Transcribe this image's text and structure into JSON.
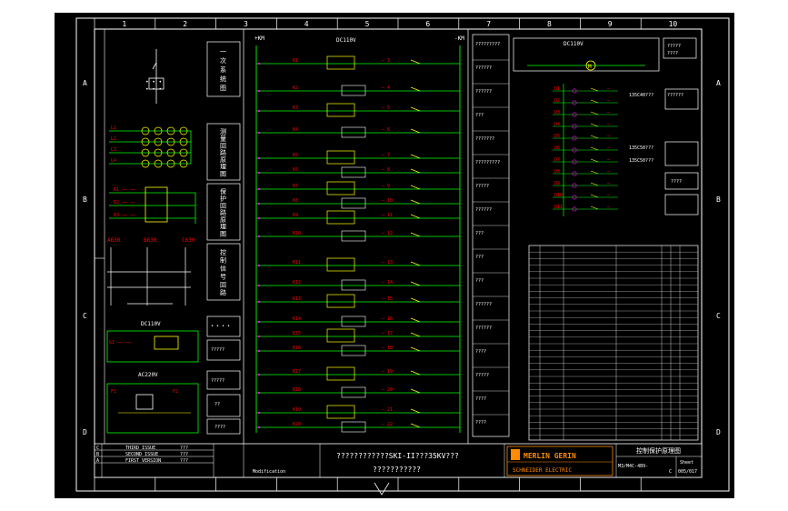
{
  "sheet": {
    "column_numbers": [
      "1",
      "2",
      "3",
      "4",
      "5",
      "6",
      "7",
      "8",
      "9",
      "10"
    ],
    "row_letters": [
      "A",
      "B",
      "C",
      "D"
    ]
  },
  "schematic": {
    "dc_label_main": "DC110V",
    "dc_label_motor": "DC110V",
    "dc_label_lower": "DC110V",
    "ac_label_lower": "AC220V",
    "plus_bus": "+KM",
    "minus_bus": "-KM",
    "phase_labels": [
      "A630",
      "B630",
      "C630"
    ],
    "motor_symbol": "M",
    "spec_codes": [
      "135C40???",
      "135C50???",
      "135C50???"
    ],
    "spec_box_label": "????"
  },
  "vertical_panels": [
    {
      "text": "一次系统图",
      "color": "#ffffff"
    },
    {
      "text": "测量回路原理图",
      "color": "#ffffff"
    },
    {
      "text": "保护回路原理图",
      "color": "#ffffff"
    },
    {
      "text": "控制信号回路",
      "color": "#ffffff"
    }
  ],
  "right_column_notes": [
    "?????????",
    "??????",
    "??????",
    "???",
    "???????",
    "?????????",
    "?????",
    "??????",
    "???",
    "???",
    "???",
    "??????",
    "??????",
    "????",
    "?????",
    "????",
    "????"
  ],
  "title_block": {
    "revisions": [
      {
        "rev": "C",
        "desc": "THIRD ISSUE",
        "by": "???"
      },
      {
        "rev": "B",
        "desc": "SECOND ISSUE",
        "by": "???"
      },
      {
        "rev": "A",
        "desc": "FIRST VERSION",
        "by": "???"
      }
    ],
    "modification_label": "Modification",
    "drawing_title": "????????????SKI-II???35KV???",
    "drawing_subtitle": "???????????",
    "company_logo": "MERLIN GERIN",
    "company_name": "SCHNEIDER ELECTRIC",
    "sheet_title": "控制保护原理图",
    "drawing_number": "M3/M4C-4B9-",
    "sheet_label": "Sheet",
    "sheet_number": "005/017",
    "revision_mark": "C"
  },
  "colors": {
    "frame": "#ffffff",
    "wire": "#00ff00",
    "component": "#ffff00",
    "label": "#ff0000",
    "accent": "#ff00ff",
    "logo": "#ff8c00"
  }
}
